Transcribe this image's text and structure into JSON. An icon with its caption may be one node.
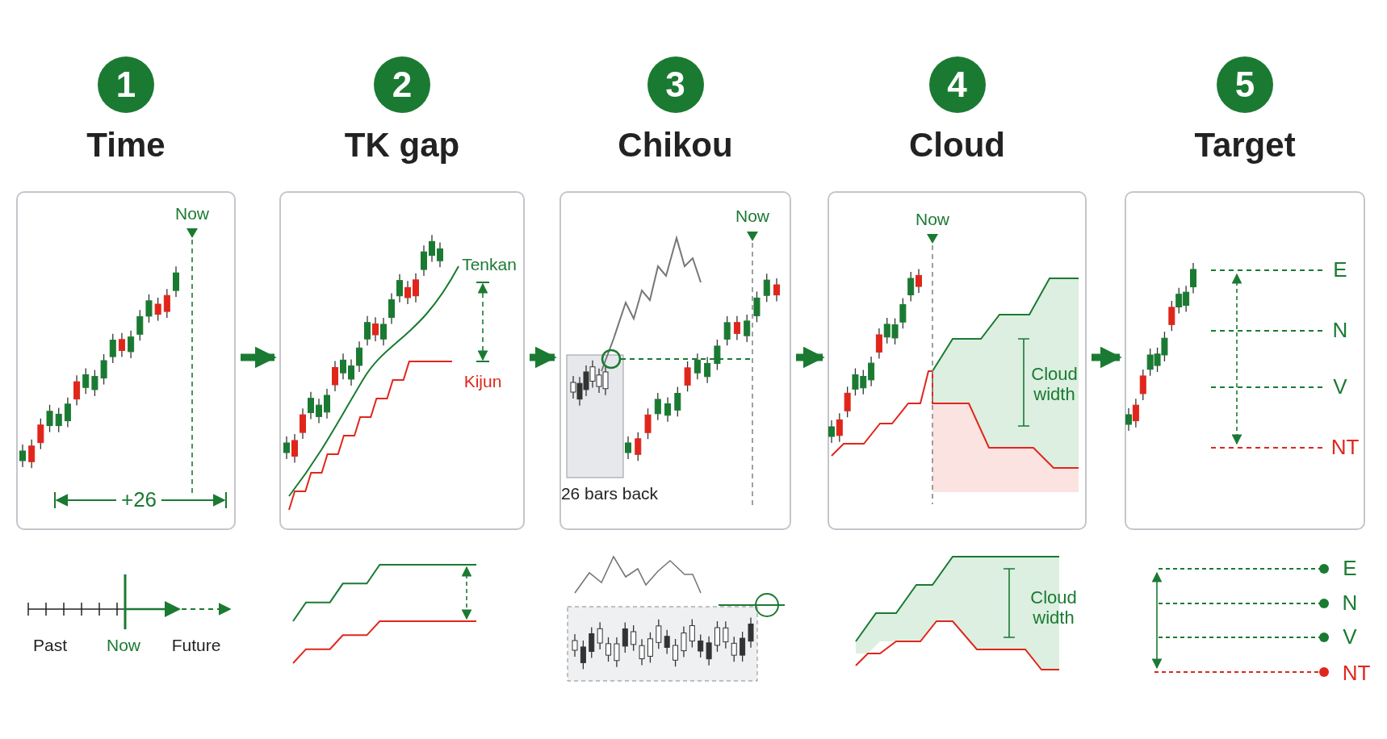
{
  "diagram": {
    "nodes": [
      {
        "text": [
          "1",
          "Time"
        ]
      },
      {
        "text": [
          "2",
          "TK gap"
        ]
      },
      {
        "text": [
          "3",
          "Chikou"
        ]
      },
      {
        "text": [
          "4",
          "Cloud"
        ]
      },
      {
        "text": [
          "5",
          "Target"
        ]
      }
    ],
    "edges": [
      {
        "from": 0,
        "to": 1,
        "arrow": "to"
      },
      {
        "from": 1,
        "to": 2,
        "arrow": "to"
      },
      {
        "from": 2,
        "to": 3,
        "arrow": "to"
      },
      {
        "from": 3,
        "to": 4,
        "arrow": "to"
      }
    ],
    "labels": [
      "Now",
      "+26",
      "Past",
      "Now",
      "Future",
      "Tenkan",
      "Kijun",
      "Now",
      "26 bars back",
      "Now",
      "Cloud width",
      "Cloud width",
      "E",
      "N",
      "V",
      "NT",
      "E",
      "N",
      "V",
      "NT"
    ]
  }
}
